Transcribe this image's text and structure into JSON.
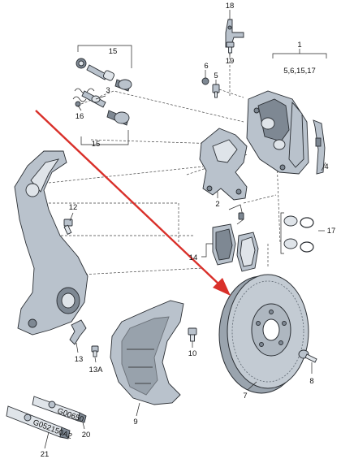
{
  "callouts": {
    "c18": "18",
    "c15a": "15",
    "c6": "6",
    "c5": "5",
    "c19": "19",
    "c1": "1",
    "c1sub": "5,6,15,17",
    "c3": "3",
    "c16": "16",
    "c15b": "15",
    "c4": "4",
    "c2": "2",
    "c12": "12",
    "c17": "17",
    "c14": "14",
    "c13": "13",
    "c13a": "13A",
    "c10": "10",
    "c8": "8",
    "c7": "7",
    "c9": "9",
    "c20": "20",
    "c21": "21"
  },
  "tube_labels": {
    "tube20": "G00650",
    "tube21": "G052150A2"
  },
  "colors": {
    "arrow": "#d9302a",
    "part_fill": "#b9c2cc",
    "outline": "#2a2e33"
  }
}
